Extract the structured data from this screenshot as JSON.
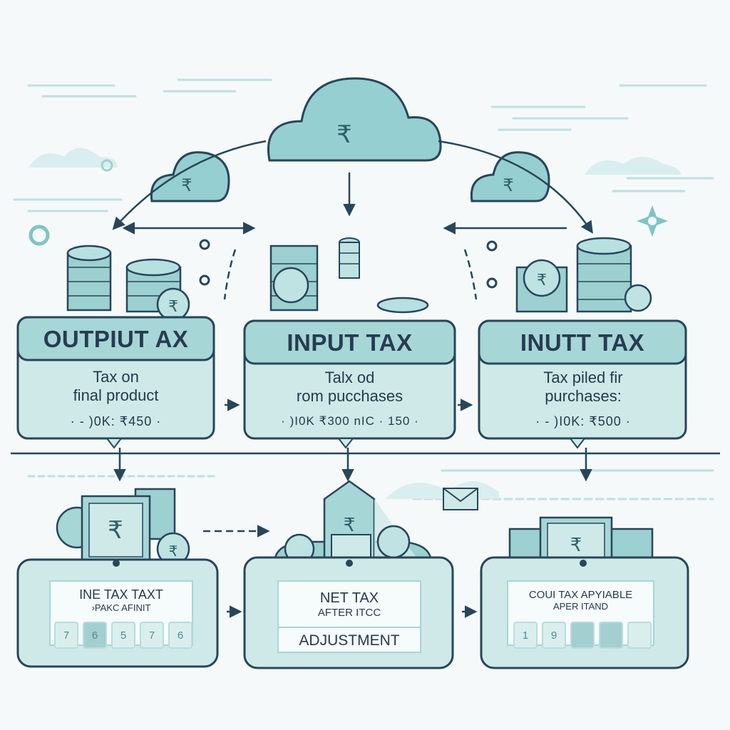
{
  "colors": {
    "background": "#f5f9fa",
    "panel_fill": "#cfe9e8",
    "panel_stroke": "#27465a",
    "header_fill": "#a6d6d6",
    "accent_teal": "#8ccbcc",
    "label_box": "#f6fbfb"
  },
  "icons": [
    "cloud-rupee-icon",
    "coin-stack-icon",
    "banknote-icon",
    "house-rupee-icon",
    "envelope-icon",
    "sparkle-icon",
    "arrow-icon"
  ],
  "currency_symbol": "₹",
  "top_row": [
    {
      "title": "OUTPIUT AX",
      "desc_line1": "Tax on",
      "desc_line2": "final product",
      "amount": "·  -  )0K:  ₹450  ·"
    },
    {
      "title": "INPUT TAX",
      "desc_line1": "Talx od",
      "desc_line2": "rom pucchases",
      "amount": "·  )I0K  ₹300  nIC  ·  150  ·"
    },
    {
      "title": "INUTT TAX",
      "desc_line1": "Tax piled fir",
      "desc_line2": "purchases:",
      "amount": "·  -  )I0K:  ₹500  ·"
    }
  ],
  "bottom_row": [
    {
      "label_line1": "INE TAX TAXT",
      "label_line2": "›PAKC AFINIT",
      "label_line3": "",
      "tiles": [
        "7",
        "6",
        "5",
        "7",
        "6"
      ]
    },
    {
      "label_line1": "NET TAX",
      "label_line2": "AFTER ITCC",
      "label_line3": "ADJUSTMENT",
      "tiles": []
    },
    {
      "label_line1": "COUI TAX APYIABLE",
      "label_line2": "APER ITAND",
      "label_line3": "",
      "tiles": [
        "1",
        "9",
        "",
        "",
        ""
      ]
    }
  ]
}
